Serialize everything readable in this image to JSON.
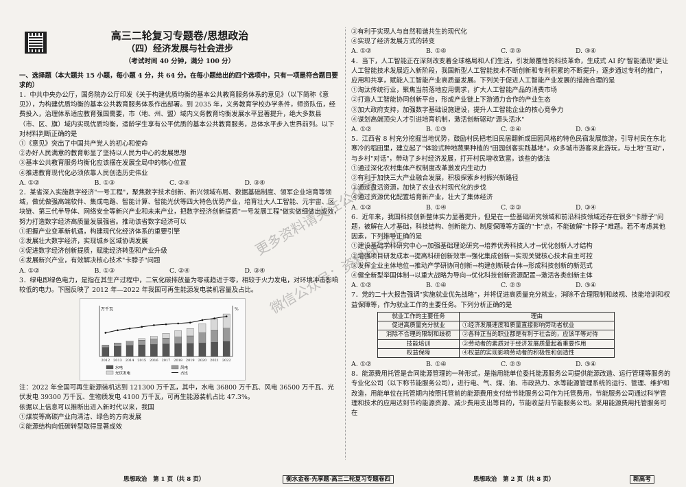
{
  "header": {
    "title": "高三二轮复习专题卷/思想政治",
    "subtitle": "（四）经济发展与社会进步",
    "timing": "（考试时间 40 分钟，满分 100 分）"
  },
  "section": "一、选择题（本大题共 15 小题，每小题 4 分，共 64 分。在每小题给出的四个选项中，只有一项是符合题目要求的）",
  "q1": {
    "stem": "1．中共中央办公厅，国务院办公厅印发《关于构建优质均衡的基本公共教育服务体系的意见》（以下简称《意见》），为构建优质均衡的基本公共教育服务体系作出部署。到 2035 年，义务教育学校办学条件，师资队伍，经费投入，治理体系适应教育强国需要，市（地、州、盟）域内义务教育均衡发展水平显著提升，绝大多数县（市、区、旗）域内实现优质均衡，适龄学生享有公平优质的基本公共教育服务，总体水平步入世界前列。以下对材料判断正确的是",
    "items": [
      "①《意见》突出了中国共产党人的初心和使命",
      "②办好人民满意的教育彰显了坚持以人民为中心的发展思想",
      "③基本公共教育服务均衡化应该摆在发展全局中的核心位置",
      "④推进教育现代化必须依靠人民创造历史伟业"
    ],
    "options": [
      "A. ①②",
      "B. ①③",
      "C. ②④",
      "D. ③④"
    ]
  },
  "q2": {
    "stem": "2．某省深入实施数字经济\"一号工程\"，聚焦数字技术创新、新兴领域布局、数据基础制度、领军企业培育等领域，做优做强高端软件、集成电路、智能计算、智能光伏等四大特色优势产业，培育壮大人工智能、元宇宙、区块链、第三代半导体、网络安全等新兴产业和未来产业，把数字经济创新提质\"一号发展工程\"做实做细做出成效，努力打造数字经济高质量发展强省。推动该省数字经济可以",
    "items": [
      "①把握产业变革新机遇，构建现代化经济体系的重要引擎",
      "②发展壮大数字经济，实现城乡区域协调发展",
      "③促进数字经济创新提质，赋能经济转型和产业升级",
      "④发展新兴产业，有效解决核心技术\"卡脖子\"问题"
    ],
    "options": [
      "A. ①②",
      "B. ①③",
      "C. ②④",
      "D. ③④"
    ]
  },
  "q3": {
    "stem": "3．绿电即绿色电力，是指在其生产过程中，二氧化碳排放量为零或趋近于零，相较于火力发电，对环境冲击影响较低的电力。下图反映了 2012 年—2022 年我国可再生能源发电装机容量及占比。",
    "note": "注：2022 年全国可再生能源装机达到 121300 万千瓦，其中，水电 36800 万千瓦、风电 36500 万千瓦、光伏发电 39300 万千瓦、生物质发电 4100 万千瓦，可再生能源装机占比 47.3%。",
    "lead": "依据以上信息可以推断出进入新时代以来，我国",
    "items": [
      "①煤炭等高碳产业向清洁、绿色的方向发展",
      "②能源结构向低碳转型取得显著成效",
      "③有利于实现人与自然和谐共生的现代化",
      "④实现了经济发展方式的转变"
    ],
    "options": [
      "A. ①②",
      "B. ①④",
      "C. ②③",
      "D. ③④"
    ]
  },
  "chart_data": {
    "type": "bar",
    "title": "",
    "xlabel": "",
    "ylabel": "",
    "ylabel_left": "万千瓦",
    "ylabel_right": "%",
    "categories": [
      "2012",
      "2013",
      "2014",
      "2015",
      "2016",
      "2017",
      "2018",
      "2019",
      "2020",
      "2021",
      "2022"
    ],
    "series": [
      {
        "name": "水电",
        "values": [
          24900,
          28000,
          30500,
          32000,
          33200,
          34400,
          35300,
          35800,
          37000,
          39100,
          41400
        ]
      },
      {
        "name": "风电",
        "values": [
          6100,
          7700,
          9700,
          13100,
          14900,
          16400,
          18400,
          21000,
          28200,
          32800,
          36500
        ]
      },
      {
        "name": "光伏发电",
        "values": [
          300,
          1600,
          2800,
          4300,
          7700,
          13000,
          17500,
          20500,
          25300,
          30600,
          39300
        ]
      },
      {
        "name": "占比",
        "values": [
          28,
          31,
          33,
          35,
          37,
          38,
          39,
          40,
          43,
          45,
          47.3
        ]
      }
    ],
    "ylim": [
      0,
      140000
    ]
  },
  "q4": {
    "stem": "4．当下，人工智能正在深刻改变着全球格局和人们生活，引发颠覆性的科技革命，生成式 AI 的\"智能涌现\"更让人工智能技术发展迈入新阶段，我国新型人工智能技术不断创新和专利积累的不断提升，逐步通过专利的推广，应用和共享，赋能人工智能产业高质量发展。下列关于促进人工智能产业发展的措施合理的是",
    "items": [
      "①淘汰传统行业，聚焦当前落地应用需求，扩大人工智能产品的消费市场",
      "②打造人工智能协同创新平台，形成产业链上下游通力合作的产业生态",
      "③加大政府支持，加强数字基础设施建设，提升人工智能企业的核心竞争力",
      "④谋划高端顶尖人才引进培育机制，激活创新驱动\"源头活水\""
    ],
    "options": [
      "A. ①②",
      "B. ①③",
      "C. ②④",
      "D. ③④"
    ]
  },
  "q5": {
    "stem": "5．江西省 8 村充分挖掘当地优势，鼓励村民把老旧民居翻新成田园风格的特色民宿发展旅游，引导村民在东北寒冷的稻田里，建立起了\"体验式种地蔬果种植的\"田园创客实践基地\"。众多城市游客来此游玩，与土地\"互动\"，与乡村\"对话\"，带动了乡村经济发展，打开村民增收致富。该些的做法",
    "items": [
      "①通过深化农村集体产权制度改革激发内生动力",
      "②有利于加快三大产业融合发展，积极探索乡村振兴新路径",
      "③通过盘活资源，加快了农业农村现代化的步伐",
      "④通过资源优化配置培育新产业，壮大了集体经济"
    ],
    "options": [
      "A. ①②",
      "B. ①④",
      "C. ②③",
      "D. ③④"
    ]
  },
  "q6": {
    "stem": "6．近年来，我国科技创新整体实力显著提升，但是在一些基础研究领域和前沿科技领域还存在很多\"卡脖子\"问题，被解在人才基础，科技结构、创新能力、制度保障等方面的\"卡\"点，不能破解\"卡脖子\"难题。若不考虑其他因素，下列推导正确的是",
    "items": [
      "①建设基础学科研究中心→加强基础理论研究→培养优秀科技人才→优化创新人才结构",
      "②增强项目研发成本→提高科研创新效率→强化集成创新→实现关键核心技术自主可控",
      "③发挥企业主体地位→推动产学研协同创新→构建创新联合体→形成科技创新的新范式",
      "④健全新型举国体制→以重大战略为导向→优化科技创新资源配置→激活各类创新主体"
    ],
    "options": [
      "A. ①②",
      "B. ①④",
      "C. ②③",
      "D. ③④"
    ]
  },
  "q7": {
    "stem": "7．党的二十大报告强调\"实施就业优先战略\"，并将促进高质量充分就业，消除不合理限制和歧视、技能培训和权益保障等，作为就业工作的主要任务。下列分析正确的是",
    "table_head": [
      "就业工作的主要任务",
      "理由"
    ],
    "table_rows": [
      [
        "促进高质量充分就业",
        "①经济发展速度和质量直接影响劳动者就业"
      ],
      [
        "消除不合理的限制和歧视",
        "②各种正当的职业都是有利于社会的，应该平等对待"
      ],
      [
        "技能培训",
        "③劳动者的素质对于经济发展质量起着重要作用"
      ],
      [
        "权益保障",
        "④权益的实现影响劳动者的积极性和创造性"
      ]
    ],
    "options": [
      "A. ①②",
      "B. ①④",
      "C. ②③",
      "D. ③④"
    ]
  },
  "q8": {
    "stem": "8．能源费用托管是合同能源管理的一种形式，是指用能单位委托能源服务公司提供能源改造、运行管理等服务的专业化公司（以下称节能服务公司），进行电、气、煤、油、市政热力、水等能源管理系统的运行、管理、维护和改造，用能单位在托管期内按照托管前的能源费用支付给节能服务公司作为托管费用，节能服务公司通过科学管理和技术的应用达到节约能源资源、减少费用支出等目的，节能收益归节能服务公司。采用能源费用托管服务可在"
  },
  "footer": {
    "left_page": "思想政治　第 1 页（共 8 页）",
    "center": "衡水金卷·先享题·高三二轮复习专题卷四",
    "right_page": "思想政治　第 2 页（共 8 页）",
    "badge": "新高考"
  },
  "watermarks": [
    "更多资料请关注公众号",
    "微信公众号：资料研习社"
  ]
}
